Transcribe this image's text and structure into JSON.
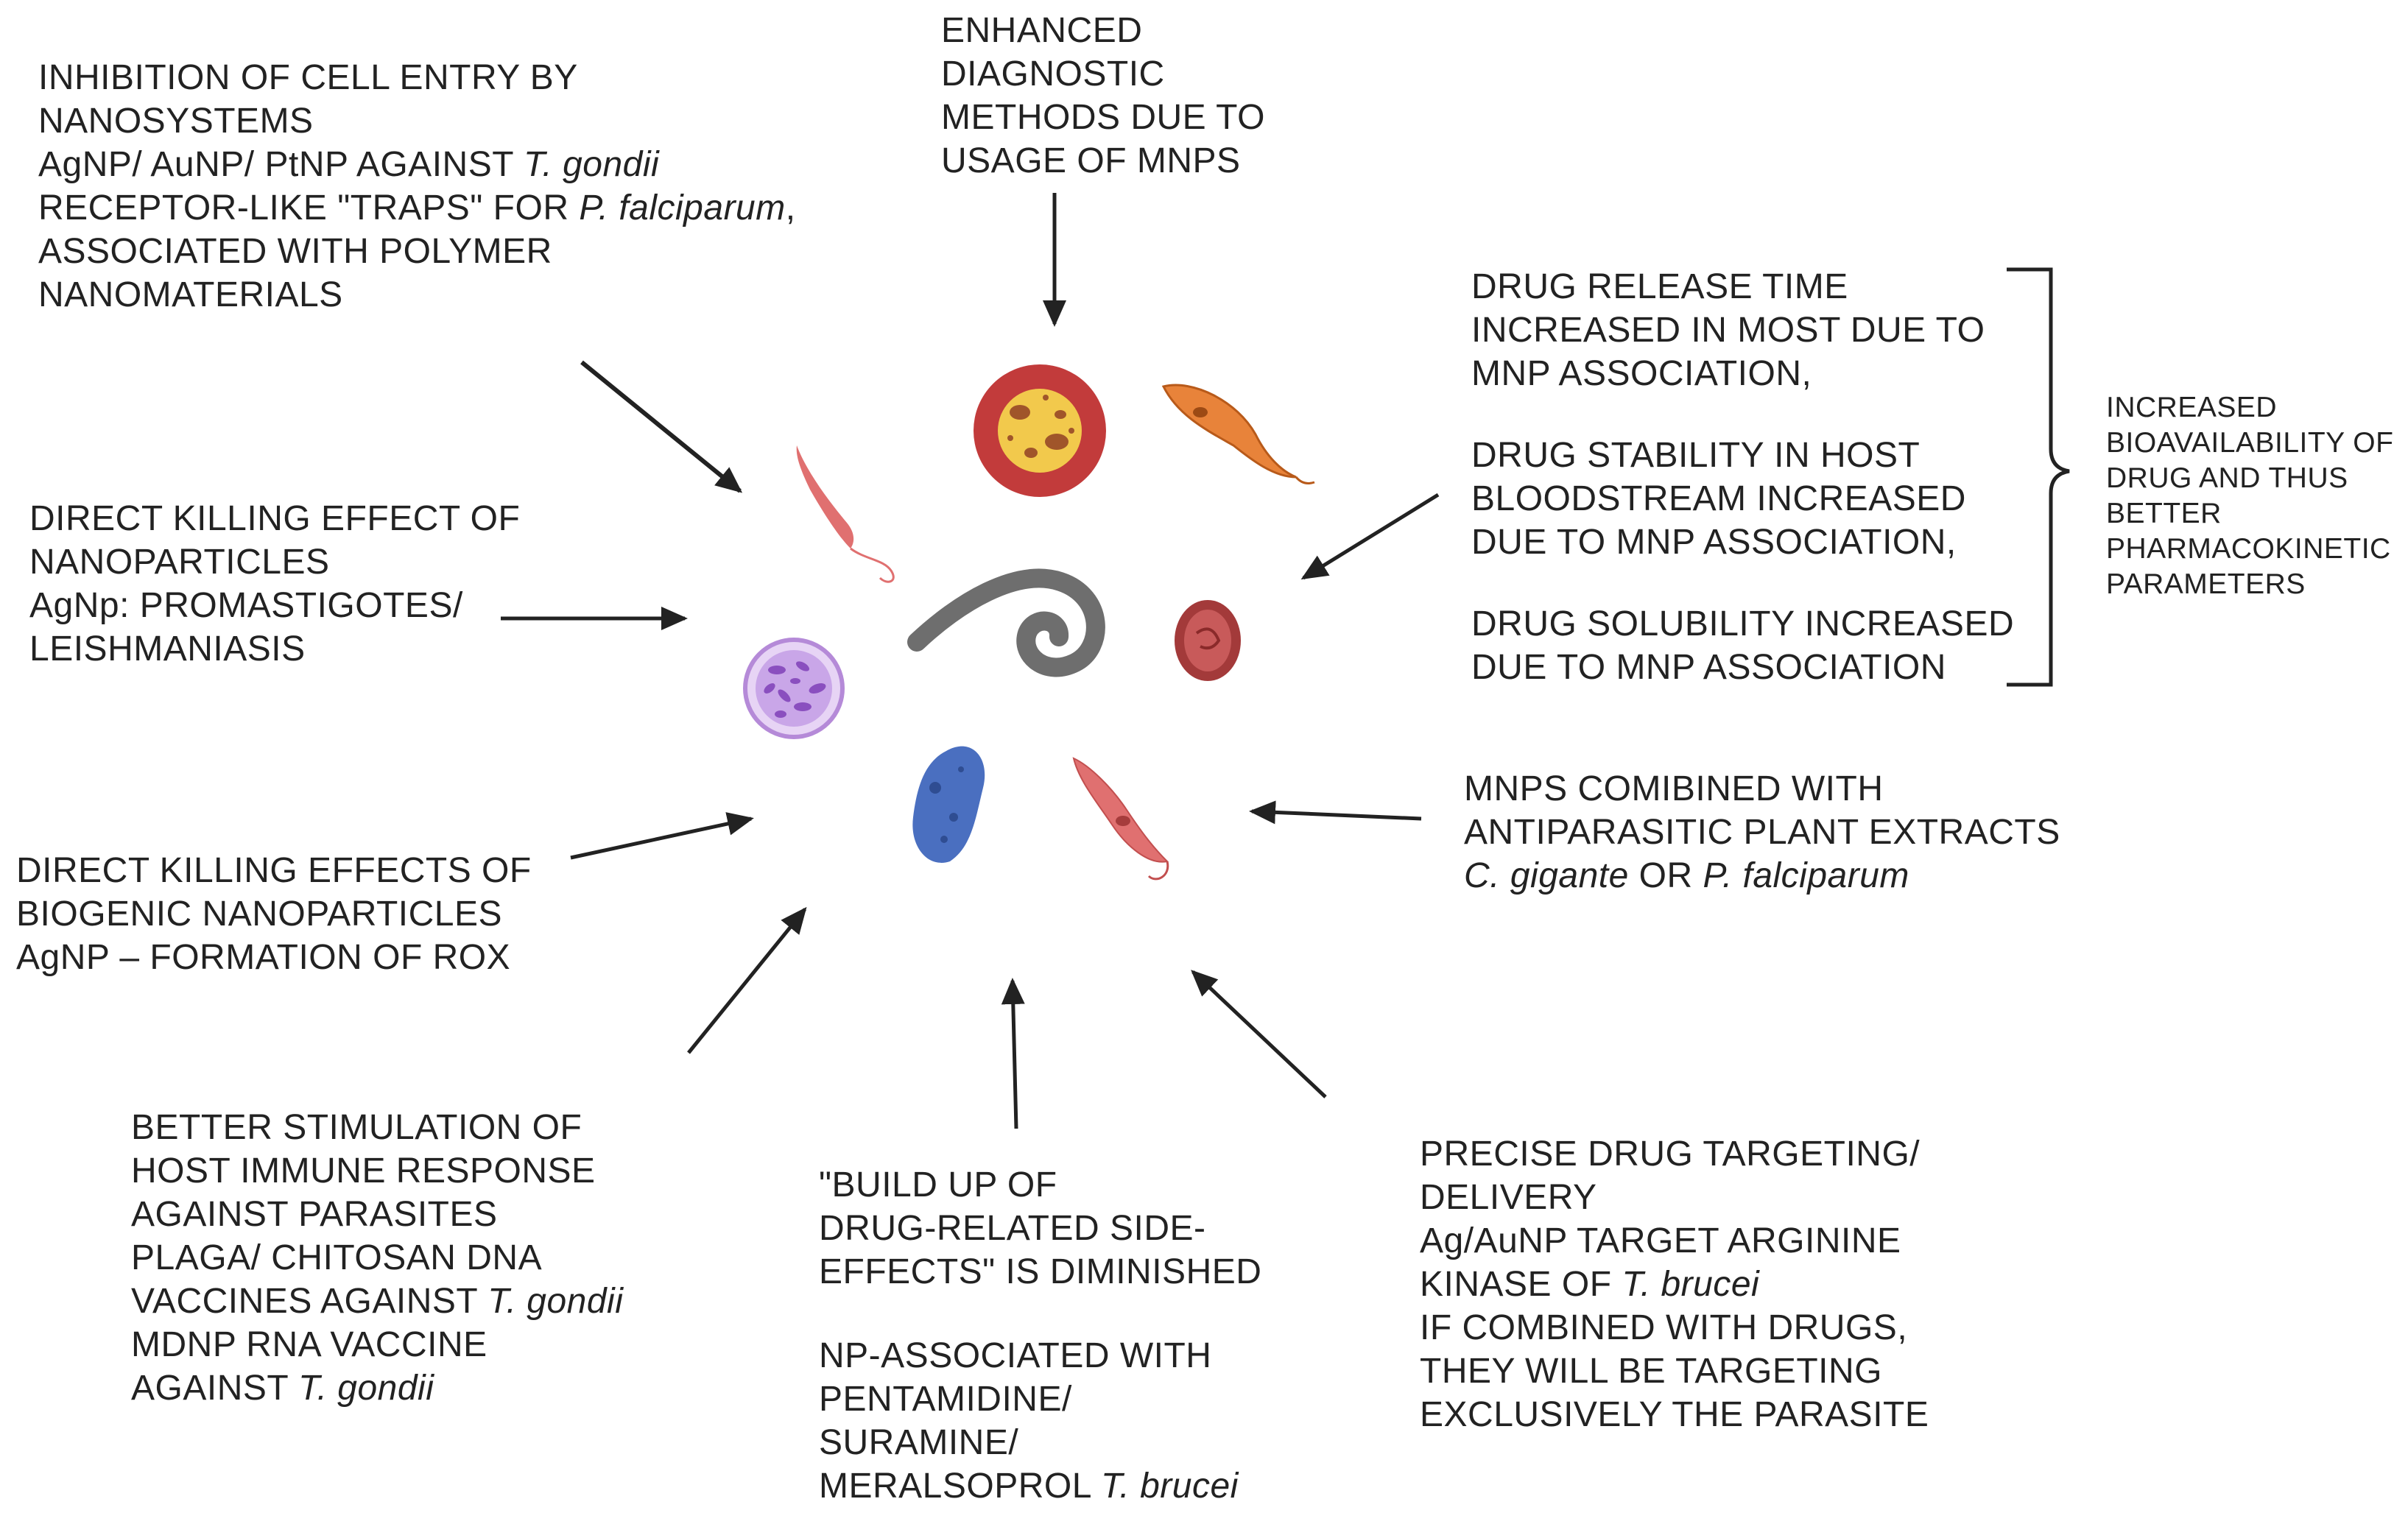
{
  "colors": {
    "text": "#222222",
    "arrow": "#222222",
    "rbc_red": "#c23b3b",
    "nucleus_yellow": "#f2c94c",
    "trypanosome_orange": "#e8833a",
    "worm_gray": "#6e6e6e",
    "cell_purple": "#b58ad8",
    "giardia_blue": "#4a6fc0",
    "parasite_pink": "#e07070"
  },
  "icons": [
    "red-blood-cell-icon",
    "trypanosome-orange-icon",
    "trypanosome-pink-icon",
    "nematode-worm-icon",
    "infected-rbc-icon",
    "purple-cell-icon",
    "giardia-blue-icon",
    "trypanosome-red-icon"
  ],
  "blocks": {
    "cell_entry": {
      "l1": "INHIBITION OF CELL ENTRY BY",
      "l2": "NANOSYSTEMS",
      "l3a": "AgNP/ AuNP/ PtNP AGAINST ",
      "l3b": "T. gondii",
      "l4a": "RECEPTOR-LIKE \"TRAPS\" FOR ",
      "l4b": "P. falciparum",
      "l4c": ",",
      "l5": "ASSOCIATED WITH POLYMER",
      "l6": "NANOMATERIALS"
    },
    "diagnostic": {
      "l1": "ENHANCED",
      "l2": "DIAGNOSTIC",
      "l3": "METHODS DUE TO",
      "l4": "USAGE OF MNPS"
    },
    "drug_release": {
      "l1": "DRUG RELEASE TIME",
      "l2": "INCREASED IN MOST DUE TO",
      "l3": "MNP ASSOCIATION,",
      "l4": "DRUG STABILITY IN HOST",
      "l5": "BLOODSTREAM INCREASED",
      "l6": "DUE TO MNP ASSOCIATION,",
      "l7": "DRUG SOLUBILITY INCREASED",
      "l8": "DUE TO MNP ASSOCIATION"
    },
    "bioavailability": {
      "l1": "INCREASED",
      "l2": "BIOAVAILABILITY OF",
      "l3": "DRUG AND THUS",
      "l4": "BETTER",
      "l5": "PHARMACOKINETIC",
      "l6": "PARAMETERS"
    },
    "direct_killing": {
      "l1": "DIRECT KILLING EFFECT OF",
      "l2": "NANOPARTICLES",
      "l3": "AgNp: PROMASTIGOTES/",
      "l4": "LEISHMANIASIS"
    },
    "biogenic": {
      "l1": "DIRECT KILLING EFFECTS OF",
      "l2": "BIOGENIC NANOPARTICLES",
      "l3": "AgNP – FORMATION OF ROX"
    },
    "plant_extracts": {
      "l1": "MNPS COMIBINED WITH",
      "l2": "ANTIPARASITIC PLANT EXTRACTS",
      "l3a": "C. gigante",
      "l3b": " OR ",
      "l3c": "P. falciparum"
    },
    "immune": {
      "l1": "BETTER STIMULATION OF",
      "l2": "HOST IMMUNE RESPONSE",
      "l3": "AGAINST PARASITES",
      "l4": "PLAGA/ CHITOSAN DNA",
      "l5a": "VACCINES AGAINST ",
      "l5b": "T. gondii",
      "l6": "MDNP RNA VACCINE",
      "l7a": "AGAINST ",
      "l7b": "T. gondii"
    },
    "side_effects": {
      "l1": "\"BUILD UP OF",
      "l2": "DRUG-RELATED SIDE-",
      "l3": "EFFECTS\" IS DIMINISHED",
      "l4": "NP-ASSOCIATED WITH",
      "l5": "PENTAMIDINE/",
      "l6": "SURAMINE/",
      "l7a": "MERALSOPROL ",
      "l7b": "T. brucei"
    },
    "targeting": {
      "l1": "PRECISE DRUG TARGETING/",
      "l2": "DELIVERY",
      "l3": "Ag/AuNP TARGET ARGININE",
      "l4a": "KINASE OF ",
      "l4b": "T. brucei",
      "l5": "IF COMBINED WITH DRUGS,",
      "l6": "THEY WILL BE TARGETING",
      "l7": "EXCLUSIVELY THE PARASITE"
    }
  }
}
